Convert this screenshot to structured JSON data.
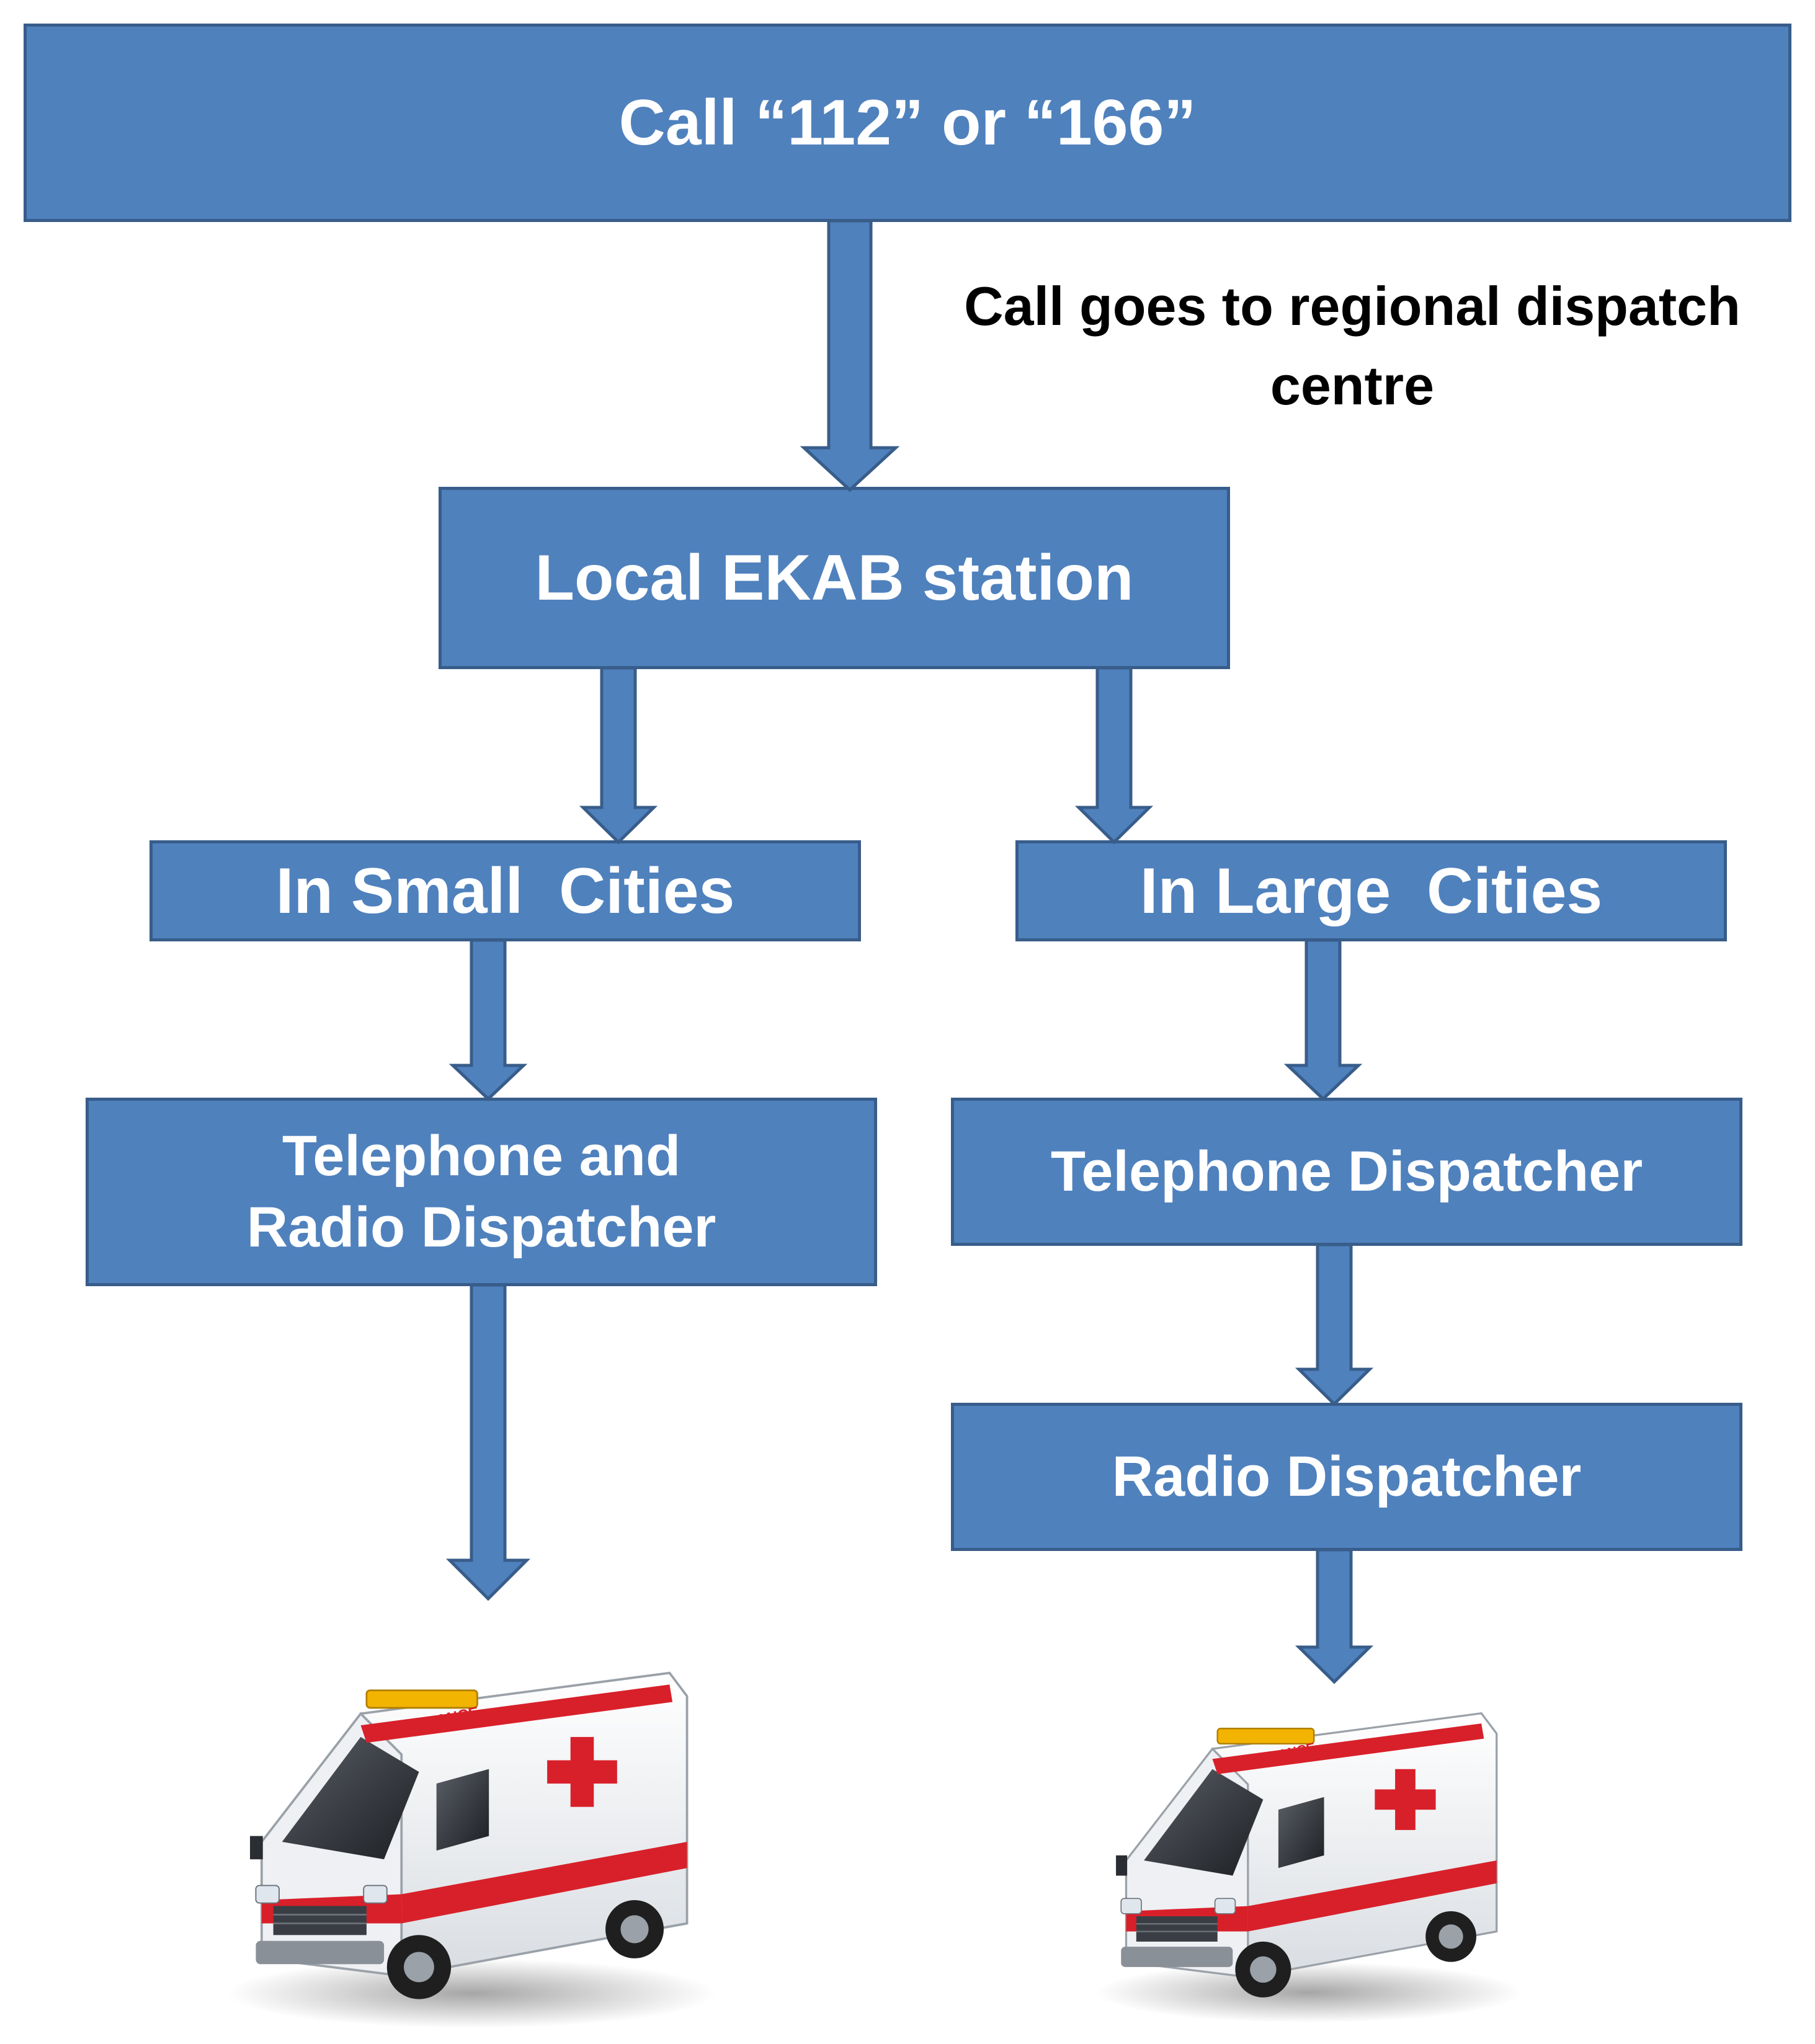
{
  "nodes": {
    "call": "Call “112” or “166”",
    "local": "Local EKAB station",
    "small": "In Small  Cities",
    "large": "In Large  Cities",
    "tel_radio": "Telephone and Radio Dispatcher",
    "tel": "Telephone Dispatcher",
    "radio": "Radio Dispatcher"
  },
  "annotation": "Call goes to regional dispatch centre",
  "ambulance": {
    "label": "AMBULANCE"
  },
  "colors": {
    "box_fill": "#4f81bd",
    "box_border": "#385d8a",
    "box_text": "#ffffff",
    "stripe_red": "#d8202a"
  }
}
